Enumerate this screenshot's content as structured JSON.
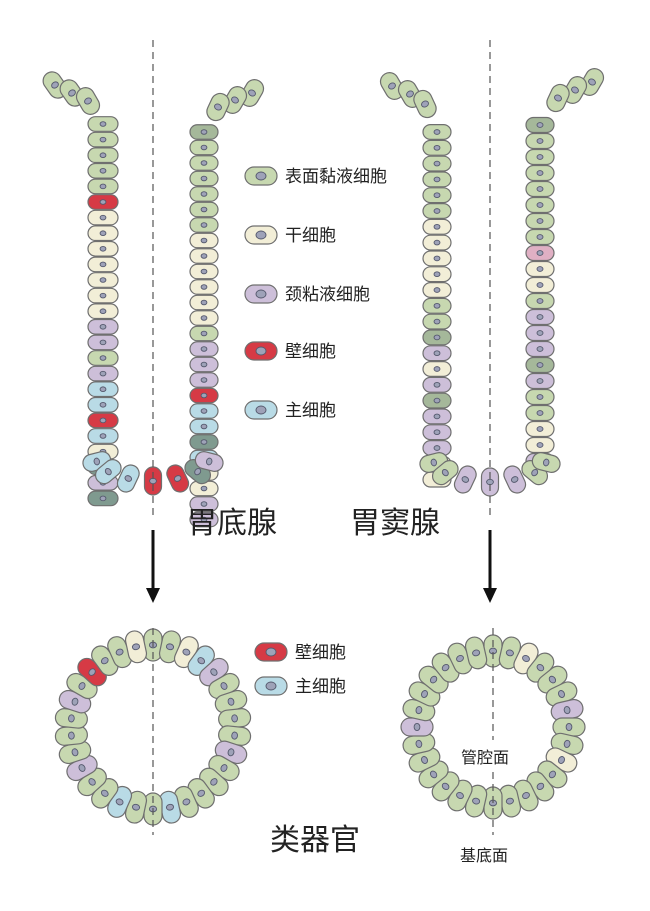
{
  "colors": {
    "surface_mucous": "#c7d8b0",
    "surface_mucous_dark": "#a5b89a",
    "stem": "#f2eed7",
    "neck_mucous": "#cdbfd9",
    "parietal": "#d63a45",
    "chief": "#b9dbe6",
    "chief_dark": "#7f9a8f",
    "pink": "#e0b0c4"
  },
  "legend": [
    {
      "key": "surface_mucous",
      "label": "表面黏液细胞"
    },
    {
      "key": "stem",
      "label": "干细胞"
    },
    {
      "key": "neck_mucous",
      "label": "颈粘液细胞"
    },
    {
      "key": "parietal",
      "label": "壁细胞"
    },
    {
      "key": "chief",
      "label": "主细胞"
    }
  ],
  "legend_bottom": [
    {
      "key": "parietal",
      "label": "壁细胞"
    },
    {
      "key": "chief",
      "label": "主细胞"
    }
  ],
  "labels": {
    "fundic_gland": "胃底腺",
    "antral_gland": "胃窦腺",
    "organoid": "类器官",
    "luminal_side": "管腔面",
    "basal_side": "基底面"
  },
  "icons": [
    "down-arrow-icon",
    "down-arrow-icon"
  ]
}
